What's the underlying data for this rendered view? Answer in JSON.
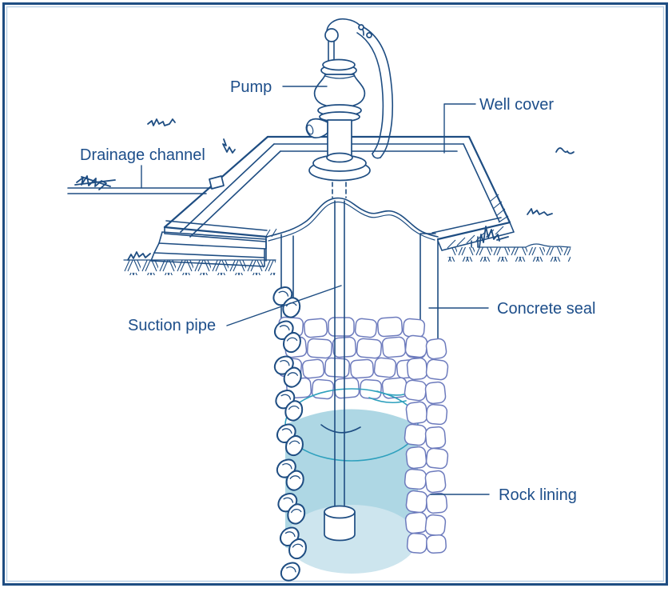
{
  "figure": {
    "type": "labeled-technical-diagram",
    "subject": "Cross-section of a protected well with a hand pump",
    "labels": {
      "pump": "Pump",
      "well_cover": "Well cover",
      "drainage_channel": "Drainage channel",
      "suction_pipe": "Suction pipe",
      "concrete_seal": "Concrete seal",
      "rock_lining": "Rock lining"
    },
    "colors": {
      "line": "#1e4d82",
      "text": "#1d4e8a",
      "stone": "#6d7bbd",
      "water_edge": "#2ea0bd",
      "water_fill": "#aed7e4",
      "water_bottom": "#cde5ee",
      "border": "#1e4d82",
      "background": "#ffffff"
    }
  }
}
